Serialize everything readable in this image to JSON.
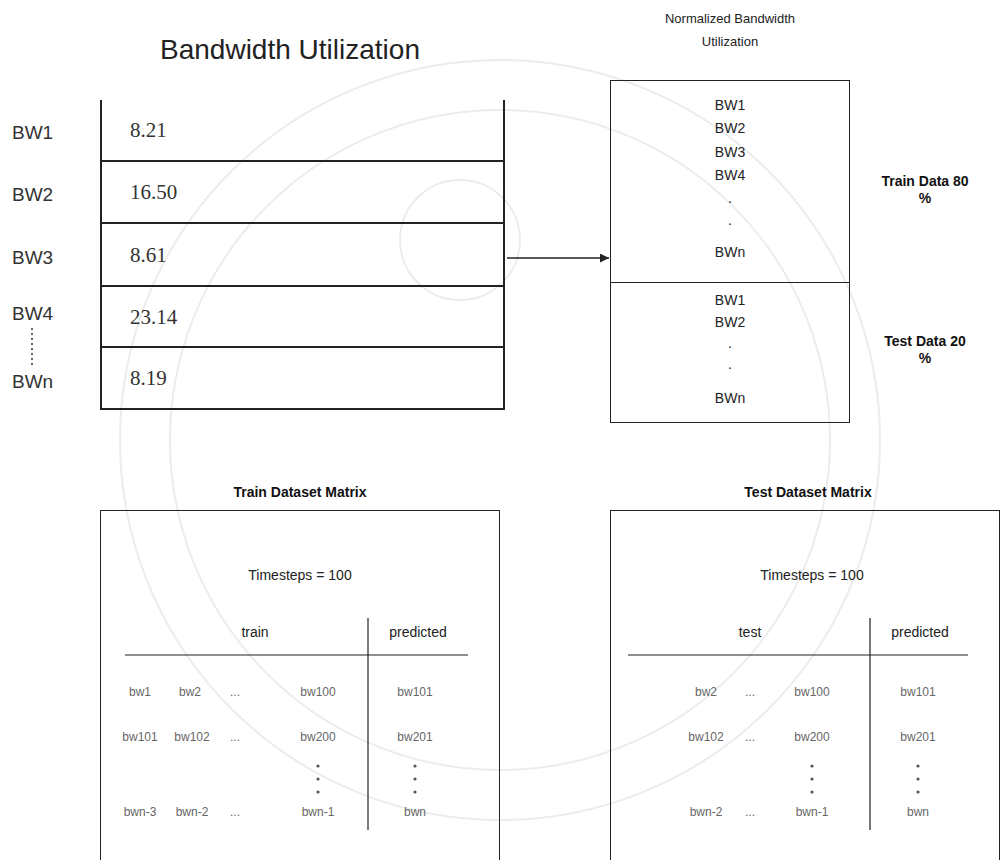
{
  "diagram": {
    "nodes": [
      {
        "text": [
          "Bandwidth Utilization"
        ]
      },
      {
        "text": [
          "8.21"
        ],
        "in": 0
      },
      {
        "text": [
          "16.50"
        ],
        "in": 0
      },
      {
        "text": [
          "8.61"
        ],
        "in": 0
      },
      {
        "text": [
          "23.14"
        ],
        "in": 0
      },
      {
        "text": [
          "8.19"
        ],
        "in": 0
      },
      {
        "text": [
          "Normalized Bandwidth Utilization"
        ]
      },
      {
        "text": [
          "BW1",
          "BW2",
          "BW3",
          "BW4",
          ".",
          ".",
          "BWn"
        ],
        "in": 6
      },
      {
        "text": [
          "BW1",
          "BW2",
          ".",
          ".",
          "BWn"
        ],
        "in": 6
      },
      {
        "text": [
          "Train Dataset Matrix",
          "Timesteps = 100",
          "train",
          "predicted",
          "bw1",
          "bw2",
          "...",
          "bw100",
          "bw101",
          "bw101",
          "bw102",
          "...",
          "bw200",
          "bw201",
          "bwn-3",
          "bwn-2",
          "...",
          "bwn-1",
          "bwn"
        ]
      },
      {
        "text": [
          "Test Dataset Matrix",
          "Timesteps = 100",
          "test",
          "predicted",
          "bw2",
          "...",
          "bw100",
          "bw101",
          "bw102",
          "...",
          "bw200",
          "bw201",
          "bwn-2",
          "...",
          "bwn-1",
          "bwn"
        ]
      }
    ],
    "edges": [
      {
        "from": 0,
        "to": 7,
        "arrow": "to"
      }
    ],
    "labels": [
      "BW1",
      "BW2",
      "BW3",
      "BW4",
      "BWn",
      "Train Data 80 %",
      "Test Data 20 %"
    ]
  }
}
